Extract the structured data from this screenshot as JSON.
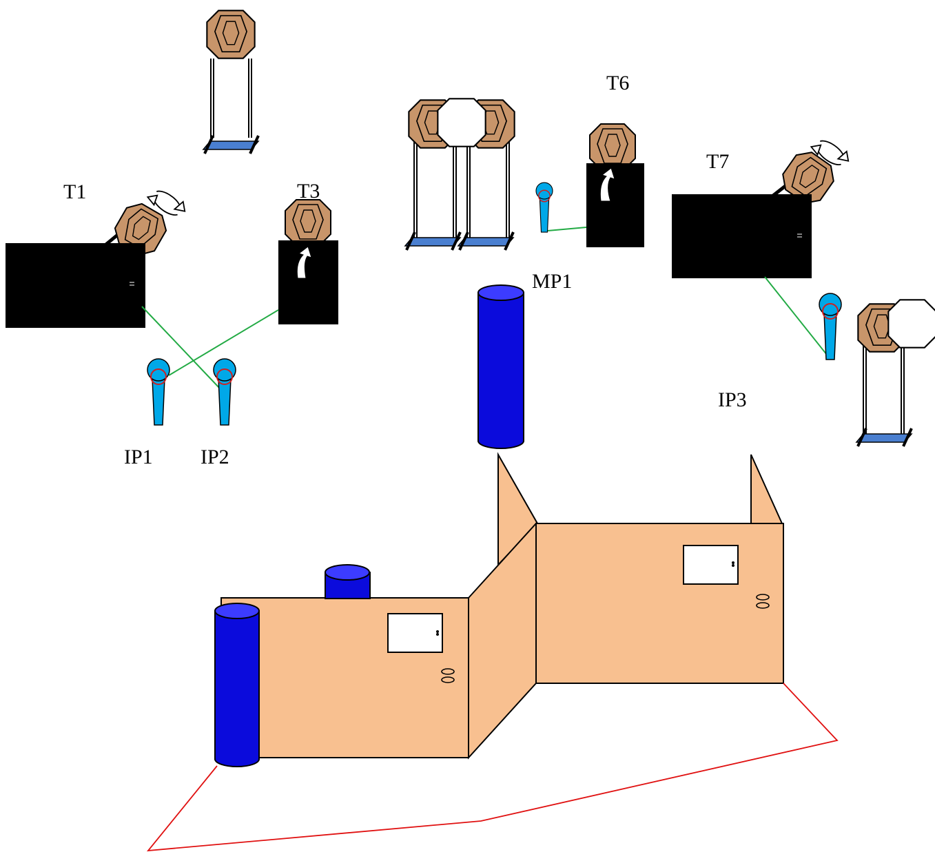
{
  "labels": {
    "t1": "T1",
    "t3": "T3",
    "t6": "T6",
    "t7": "T7",
    "mp1": "MP1",
    "ip1": "IP1",
    "ip2": "IP2",
    "ip3": "IP3"
  },
  "colors": {
    "target_fill": "#C8956A",
    "no_shoot_fill": "#ffffff",
    "stand_blue": "#4A7FD0",
    "barrel_blue": "#0B0BDC",
    "barrel_top": "#3C3CFF",
    "wall_fill": "#F8C090",
    "cover_black": "#000000",
    "ip_marker": "#00A8E8",
    "ip_ring": "#D02020",
    "sight_line": "#22AA44",
    "fault_line": "#E01010"
  },
  "icons": {
    "swinger": "rotate-arrows-icon",
    "popper": "curved-up-arrow-icon"
  }
}
